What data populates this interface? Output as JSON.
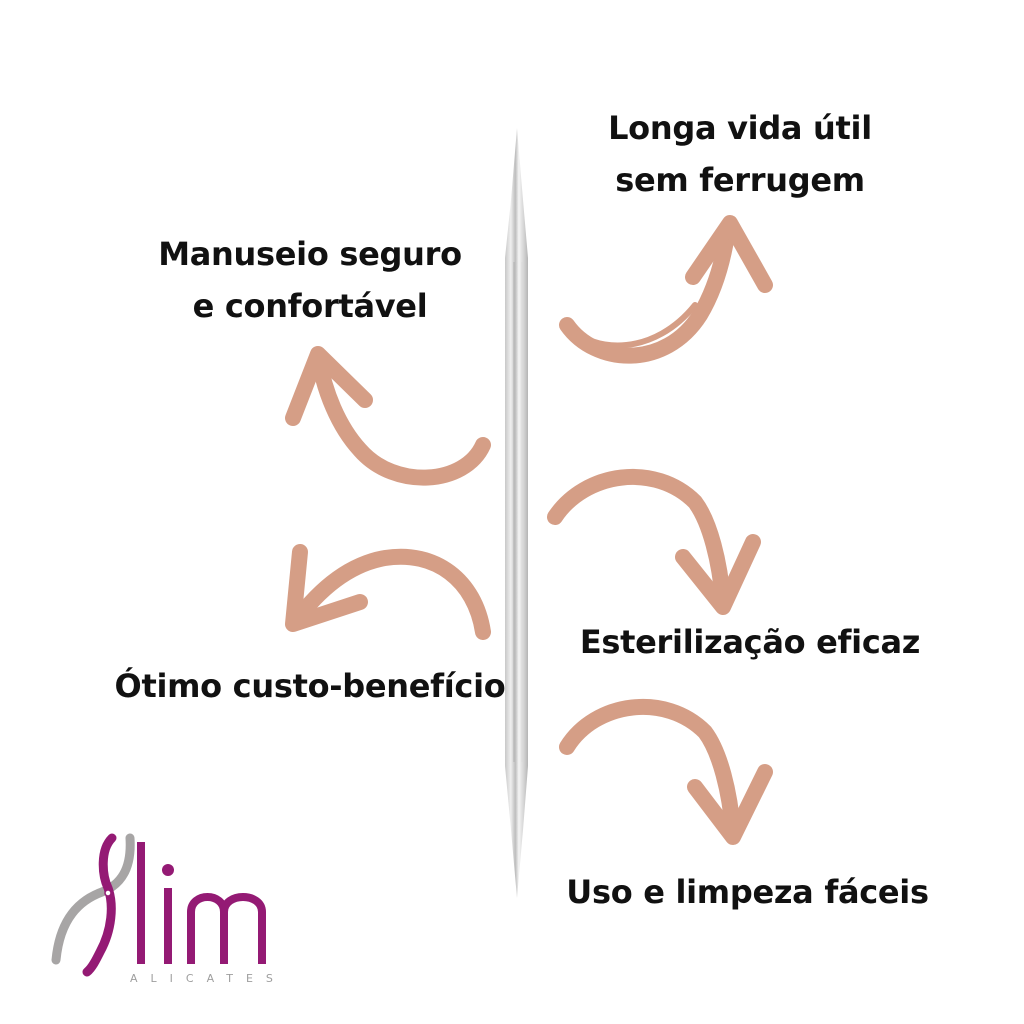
{
  "features": [
    {
      "id": "durability",
      "lines": [
        "Longa vida útil",
        "sem ferrugem"
      ]
    },
    {
      "id": "handling",
      "lines": [
        "Manuseio seguro",
        "e confortável"
      ]
    },
    {
      "id": "cost",
      "lines": [
        "Ótimo custo-benefício"
      ]
    },
    {
      "id": "sterilization",
      "lines": [
        "Esterilização eficaz"
      ]
    },
    {
      "id": "cleaning",
      "lines": [
        "Uso e limpeza fáceis"
      ]
    }
  ],
  "brand": {
    "name": "Slim",
    "tagline": "ALICATES"
  },
  "colors": {
    "arrow": "#d59e86",
    "brand_purple": "#941a74",
    "brand_gray": "#a7a5a5",
    "text": "#111111"
  },
  "icons": {
    "arrows": [
      "arrow-up-right-icon",
      "arrow-up-left-icon",
      "arrow-down-left-icon",
      "arrow-down-right-icon",
      "arrow-down-right-icon"
    ],
    "tool": "cuticle-pusher-tool"
  }
}
